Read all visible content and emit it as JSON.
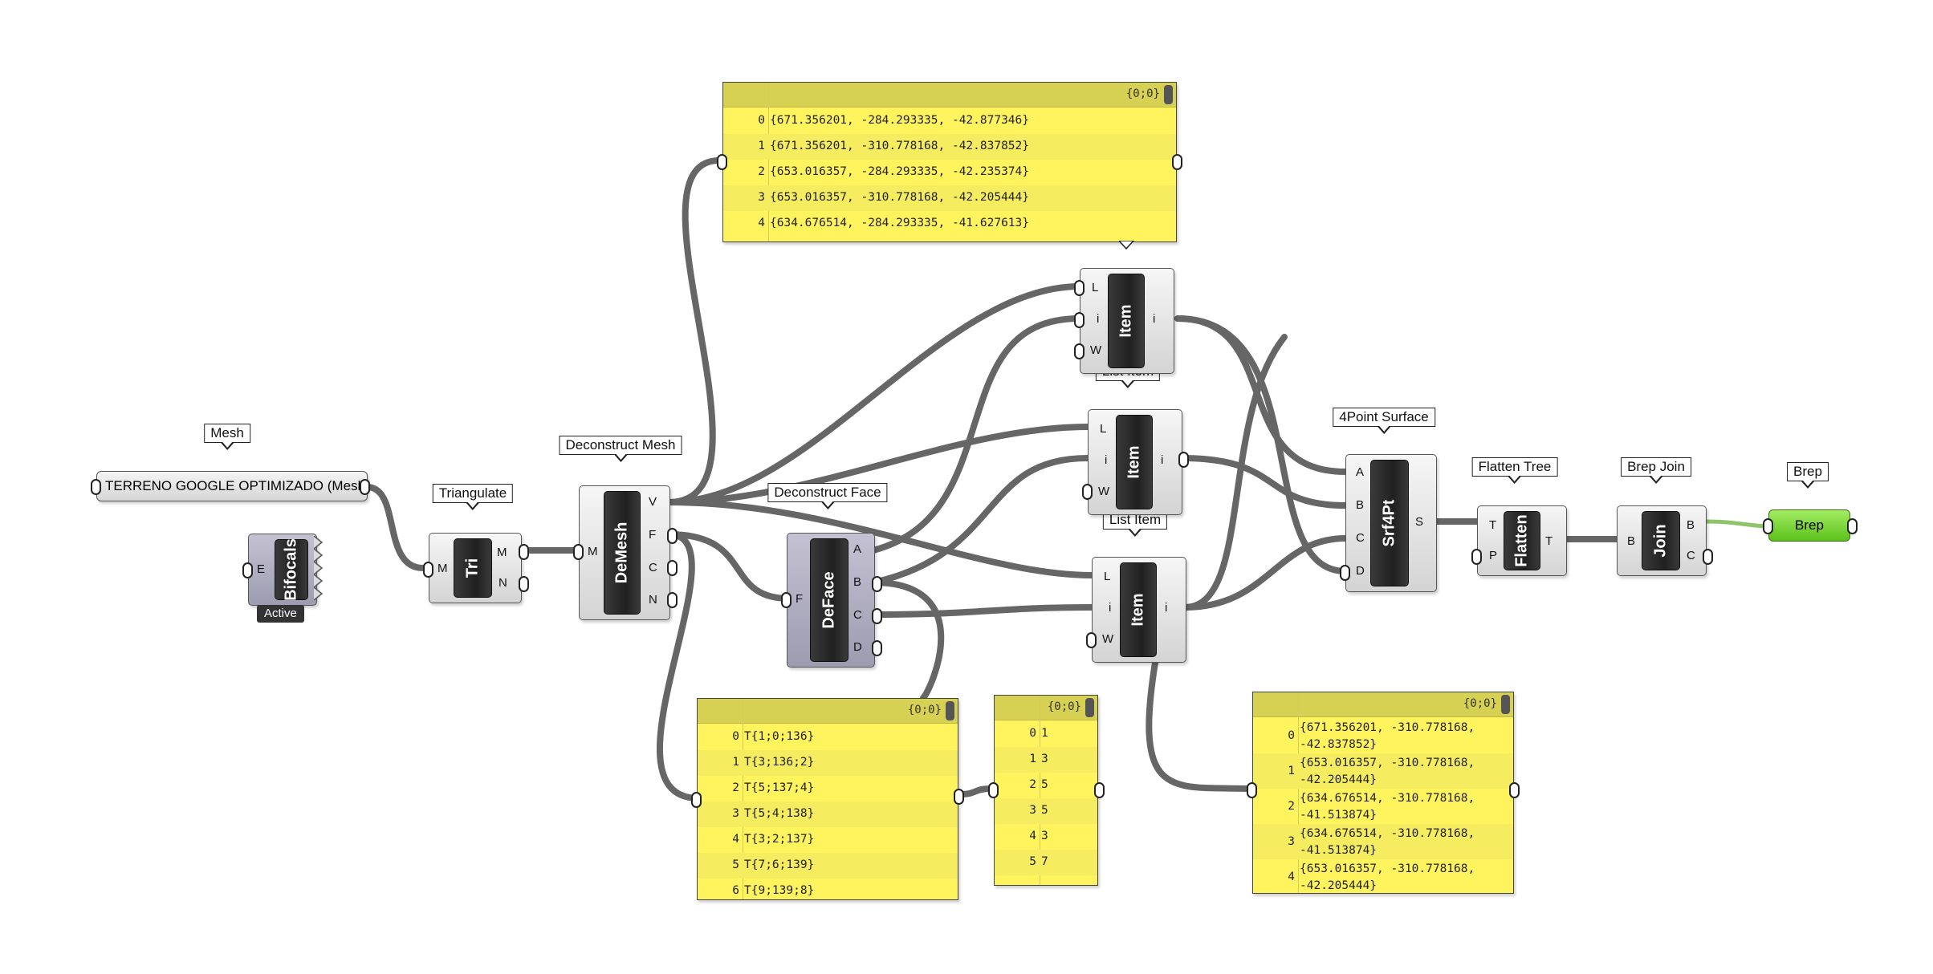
{
  "labels": {
    "mesh": "Mesh",
    "triangulate": "Triangulate",
    "deconstruct_mesh": "Deconstruct Mesh",
    "deconstruct_face": "Deconstruct Face",
    "list_item_1": "List Item",
    "list_item_2": "List Item",
    "four_point_surface": "4Point Surface",
    "flatten_tree": "Flatten Tree",
    "brep_join": "Brep Join",
    "brep": "Brep"
  },
  "mesh_param": {
    "text": "TERRENO GOOGLE OPTIMIZADO (Mesh)"
  },
  "bifocals": {
    "name": "Bifocals",
    "input": "E",
    "badge": "Active"
  },
  "tri": {
    "name": "Tri",
    "inputs": [
      "M"
    ],
    "outputs": [
      "M",
      "N"
    ]
  },
  "demesh": {
    "name": "DeMesh",
    "inputs": [
      "M"
    ],
    "outputs": [
      "V",
      "F",
      "C",
      "N"
    ]
  },
  "deface": {
    "name": "DeFace",
    "inputs": [
      "F"
    ],
    "outputs": [
      "A",
      "B",
      "C",
      "D"
    ]
  },
  "item1": {
    "name": "Item",
    "inputs": [
      "L",
      "i",
      "W"
    ],
    "outputs": [
      "i"
    ]
  },
  "item2": {
    "name": "Item",
    "inputs": [
      "L",
      "i",
      "W"
    ],
    "outputs": [
      "i"
    ]
  },
  "item3": {
    "name": "Item",
    "inputs": [
      "L",
      "i",
      "W"
    ],
    "outputs": [
      "i"
    ]
  },
  "srf4pt": {
    "name": "Srf4Pt",
    "inputs": [
      "A",
      "B",
      "C",
      "D"
    ],
    "outputs": [
      "S"
    ]
  },
  "flatten": {
    "name": "Flatten",
    "inputs": [
      "T",
      "P"
    ],
    "outputs": [
      "T"
    ]
  },
  "join": {
    "name": "Join",
    "inputs": [
      "B"
    ],
    "outputs": [
      "B",
      "C"
    ]
  },
  "brep_param": {
    "text": "Brep"
  },
  "panels": {
    "vertices": {
      "path": "{0;0}",
      "rows": [
        [
          "0",
          "{671.356201, -284.293335, -42.877346}"
        ],
        [
          "1",
          "{671.356201, -310.778168, -42.837852}"
        ],
        [
          "2",
          "{653.016357, -284.293335, -42.235374}"
        ],
        [
          "3",
          "{653.016357, -310.778168, -42.205444}"
        ],
        [
          "4",
          "{634.676514, -284.293335, -41.627613}"
        ]
      ]
    },
    "faces": {
      "path": "{0;0}",
      "rows": [
        [
          "0",
          "T{1;0;136}"
        ],
        [
          "1",
          "T{3;136;2}"
        ],
        [
          "2",
          "T{5;137;4}"
        ],
        [
          "3",
          "T{5;4;138}"
        ],
        [
          "4",
          "T{3;2;137}"
        ],
        [
          "5",
          "T{7;6;139}"
        ],
        [
          "6",
          "T{9;139;8}"
        ]
      ]
    },
    "indices": {
      "path": "{0;0}",
      "rows": [
        [
          "0",
          "1"
        ],
        [
          "1",
          "3"
        ],
        [
          "2",
          "5"
        ],
        [
          "3",
          "5"
        ],
        [
          "4",
          "3"
        ],
        [
          "5",
          "7"
        ]
      ]
    },
    "points": {
      "path": "{0;0}",
      "rows": [
        [
          "0",
          "{671.356201, -310.778168,\n-42.837852}"
        ],
        [
          "1",
          "{653.016357, -310.778168,\n-42.205444}"
        ],
        [
          "2",
          "{634.676514, -310.778168,\n-41.513874}"
        ],
        [
          "3",
          "{634.676514, -310.778168,\n-41.513874}"
        ],
        [
          "4",
          "{653.016357, -310.778168,\n-42.205444}"
        ]
      ]
    }
  }
}
